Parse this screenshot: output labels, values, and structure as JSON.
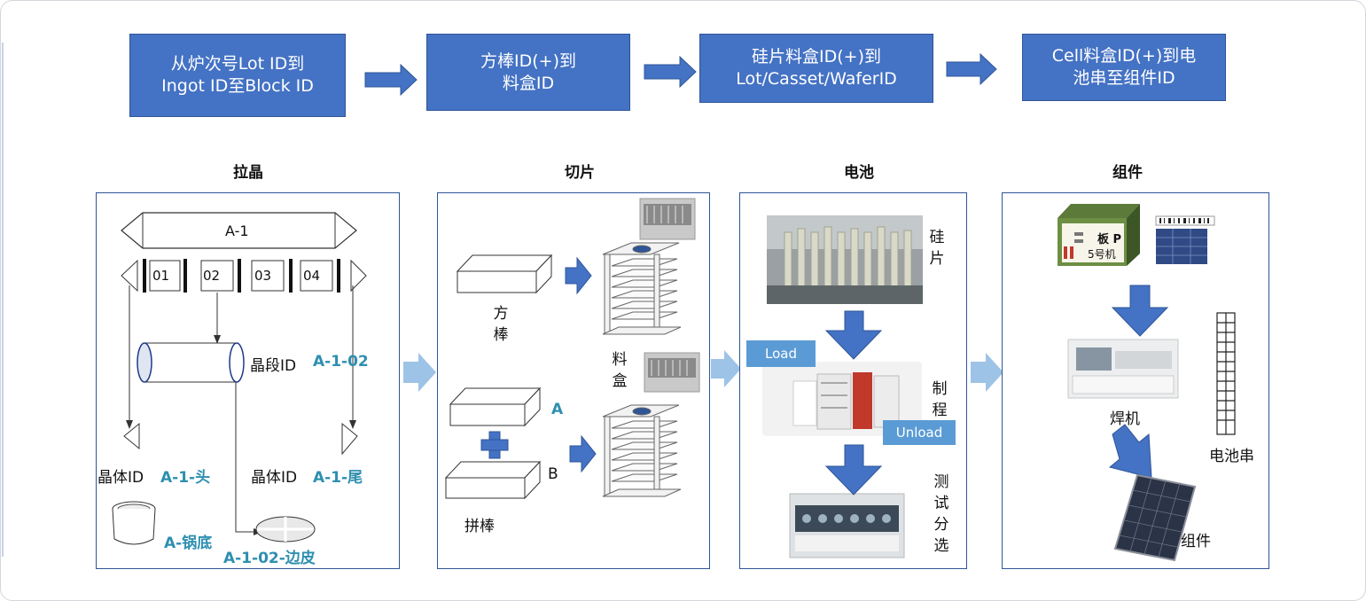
{
  "top_steps": [
    {
      "label": "从炉次号Lot ID到\nIngot ID至Block ID"
    },
    {
      "label": "方棒ID(+)到\n料盒ID"
    },
    {
      "label": "硅片料盒ID(+)到\nLot/Casset/WaferID"
    },
    {
      "label": "Cell料盒ID(+)到电\n池串至组件ID"
    }
  ],
  "sections": {
    "crystal": {
      "title": "拉晶",
      "ingot_label": "A-1",
      "segments": [
        "01",
        "02",
        "03",
        "04"
      ],
      "segment_id_label": "晶段ID",
      "segment_id_value": "A-1-02",
      "head_label": "晶体ID",
      "head_value": "A-1-头",
      "tail_label": "晶体ID",
      "tail_value": "A-1-尾",
      "crucible_value": "A-锅底",
      "edge_value": "A-1-02-边皮"
    },
    "slicing": {
      "title": "切片",
      "square_rod": "方\n棒",
      "cassette": "料\n盒",
      "piece_a": "A",
      "piece_b": "B",
      "joined_rod": "拼棒"
    },
    "cell": {
      "title": "电池",
      "wafer": "硅\n片",
      "process": "制\n程",
      "sorting": "测\n试\n分\n选",
      "load": "Load",
      "unload": "Unload"
    },
    "module": {
      "title": "组件",
      "label_board": "板 P",
      "label_machine": "5号机",
      "welder": "焊机",
      "string": "电池串",
      "module": "组件"
    }
  },
  "colors": {
    "box_blue": "#4472c4",
    "arrow_light": "#9dc3e6",
    "teal_text": "#2e8fb0",
    "label_blue": "#5b9bd5"
  }
}
